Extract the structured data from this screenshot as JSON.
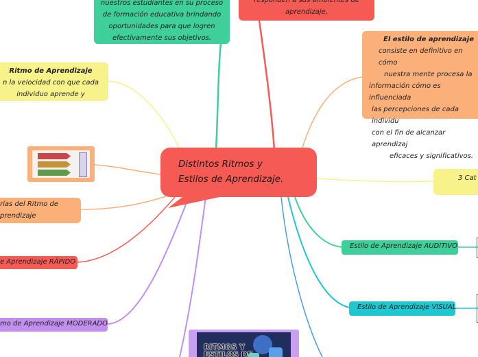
{
  "central": {
    "line1": "Distintos Ritmos y",
    "line2": "Estilos de Aprendizaje."
  },
  "top_center_topic": {
    "lines": [
      "nuestros estudiantes en su proceso",
      "de formación educativa brindando",
      "oportunidades para que logren",
      "efectivamente sus objetivos."
    ]
  },
  "top_right_topic": {
    "lines": [
      "responden a sus ambientes de",
      "aprendizaje,"
    ]
  },
  "ritmo_topic": {
    "title": "Ritmo de Aprendizaje",
    "lines": [
      "n la velocidad con que cada",
      "individuo aprende y"
    ]
  },
  "estilo_topic": {
    "title": "El estilo de aprendizaje",
    "lines": [
      "consiste en definitivo en cómo",
      "nuestra mente procesa la",
      "información cómo es influenciada",
      "las percepciones de cada individu",
      "con el fin de alcanzar aprendizaj",
      "eficaces y significativos."
    ]
  },
  "categorias_right": {
    "label": "3 Cat"
  },
  "categorias_ritmo": {
    "line1": "rías del Ritmo de",
    "line2": "prendizaje"
  },
  "ritmo_rapido": {
    "label": "e Aprendizaje RÁPIDO"
  },
  "ritmo_moderado": {
    "label": "mo de Aprendizaje MODERADO"
  },
  "estilo_auditivo": {
    "label": "Estilo de Aprendizaje AUDITIVO"
  },
  "estilo_visual": {
    "label": "Estilo de Aprendizaje VISUAL"
  },
  "image_banner": {
    "line1": "RITMOS Y",
    "line2": "ESTILOS DE"
  },
  "colors": {
    "central": "#f65a55",
    "top_center": "#3ecf9a",
    "top_right": "#f65a55",
    "ritmo": "#f7f28a",
    "estilo": "#fbb07a",
    "categorias_right": "#f7f28a",
    "categorias_ritmo": "#fbb07a",
    "rapido": "#f65a55",
    "moderado": "#c28ef0",
    "auditivo": "#3ecf9a",
    "visual": "#1fc8d0",
    "image_frame": "#c9a0f0",
    "image_thumb_frame": "#fbb07a"
  }
}
